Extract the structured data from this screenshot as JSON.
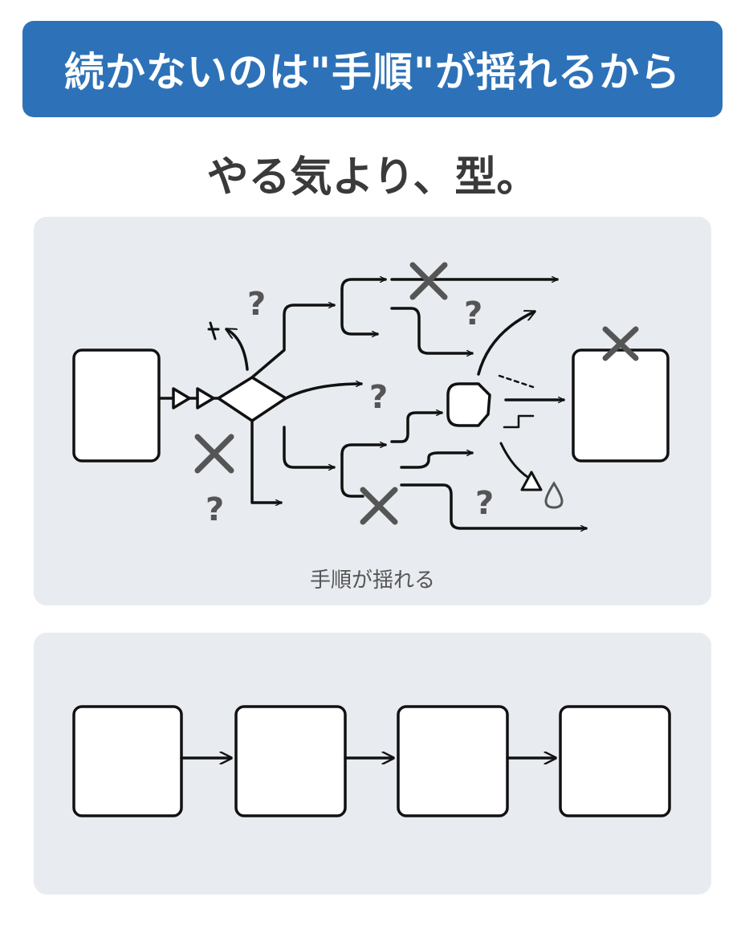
{
  "header": {
    "title": "続かないのは\"手順\"が揺れるから"
  },
  "subtitle": "やる気より、型。",
  "chaotic_panel": {
    "caption": "手順が揺れる",
    "question_mark": "?"
  },
  "colors": {
    "banner": "#2d72b8",
    "panel": "#e8ebef",
    "stroke": "#111111",
    "mark": "#555555"
  },
  "icons": [
    "cross-mark-icon",
    "question-mark-icon",
    "droplet-icon",
    "arrow-icon"
  ]
}
